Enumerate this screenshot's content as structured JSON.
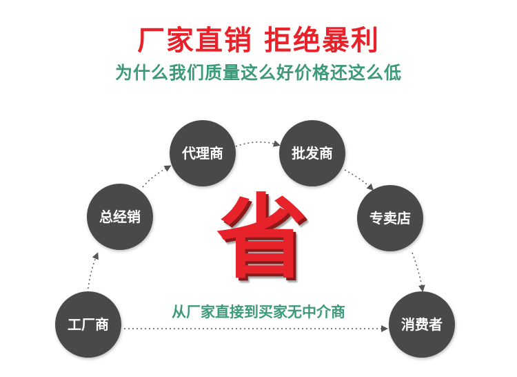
{
  "header": {
    "title": "厂家直销  拒绝暴利",
    "subtitle": "为什么我们质量这么好价格还这么低"
  },
  "center": {
    "character": "省",
    "caption": "从厂家直接到买家无中介商"
  },
  "nodes": [
    {
      "id": "factory",
      "label": "工厂商"
    },
    {
      "id": "distributor",
      "label": "总经销"
    },
    {
      "id": "agent",
      "label": "代理商"
    },
    {
      "id": "wholesaler",
      "label": "批发商"
    },
    {
      "id": "store",
      "label": "专卖店"
    },
    {
      "id": "consumer",
      "label": "消费者"
    }
  ],
  "colors": {
    "title": "#e8222a",
    "subtitle": "#3d9a78",
    "node_fill": "#4a4a4a",
    "node_text": "#ffffff",
    "arrow": "#555555"
  }
}
